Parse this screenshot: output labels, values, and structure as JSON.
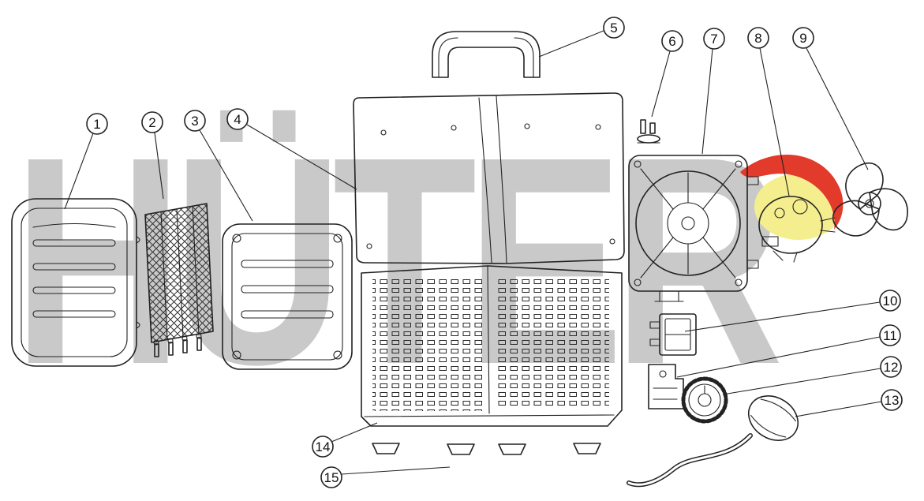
{
  "diagram": {
    "title": "exploded-parts-diagram",
    "watermark": {
      "text": "HÜTER"
    },
    "colors": {
      "watermark_gray": "#c9c9c9",
      "accent_red": "#e23a2b",
      "accent_yellow": "#f4ee8e",
      "line": "#222222"
    },
    "callouts": [
      "1",
      "2",
      "3",
      "4",
      "5",
      "6",
      "7",
      "8",
      "9",
      "10",
      "11",
      "12",
      "13",
      "14",
      "15"
    ]
  }
}
